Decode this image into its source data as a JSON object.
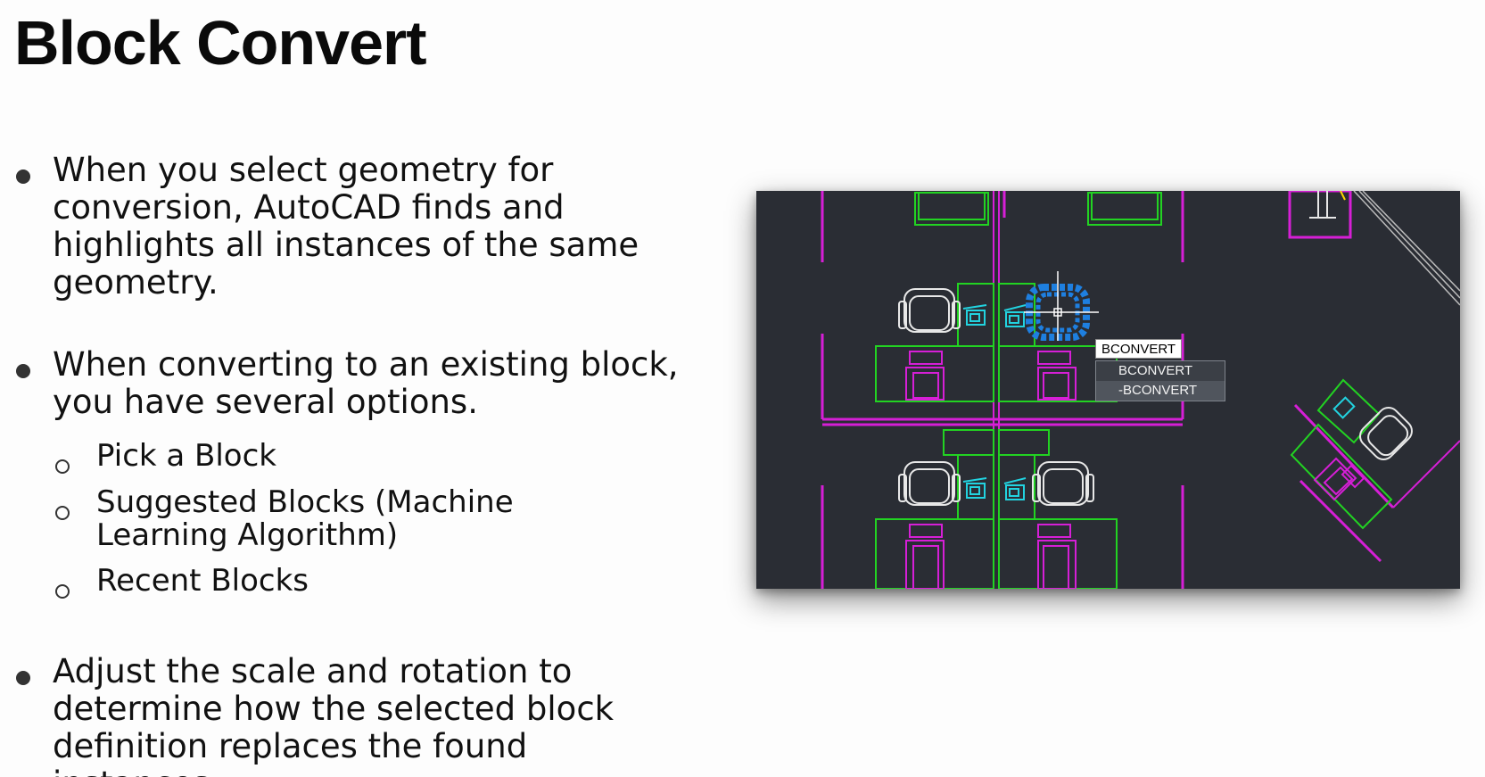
{
  "slide": {
    "title": "Block Convert"
  },
  "bullets": [
    {
      "text": "When you select geometry for conversion, AutoCAD finds and highlights all instances of the same geometry."
    },
    {
      "text": "When converting to an existing block, you have several options."
    },
    {
      "text": "Adjust the scale and rotation to determine how the selected block definition replaces the found instances."
    }
  ],
  "sub_bullets": [
    {
      "text": "Pick a Block"
    },
    {
      "text": "Suggested Blocks (Machine Learning Algorithm)"
    },
    {
      "text": "Recent Blocks"
    }
  ],
  "cad": {
    "command_tooltip": "BCONVERT",
    "suggestions": [
      {
        "label": "BCONVERT"
      },
      {
        "label": "-BCONVERT"
      }
    ],
    "colors": {
      "background": "#2a2d34",
      "partition": "#d61fd6",
      "desk": "#22d322",
      "furniture": "#e8e8e8",
      "phone": "#22d3e0",
      "highlight": "#1e7fe0"
    }
  }
}
